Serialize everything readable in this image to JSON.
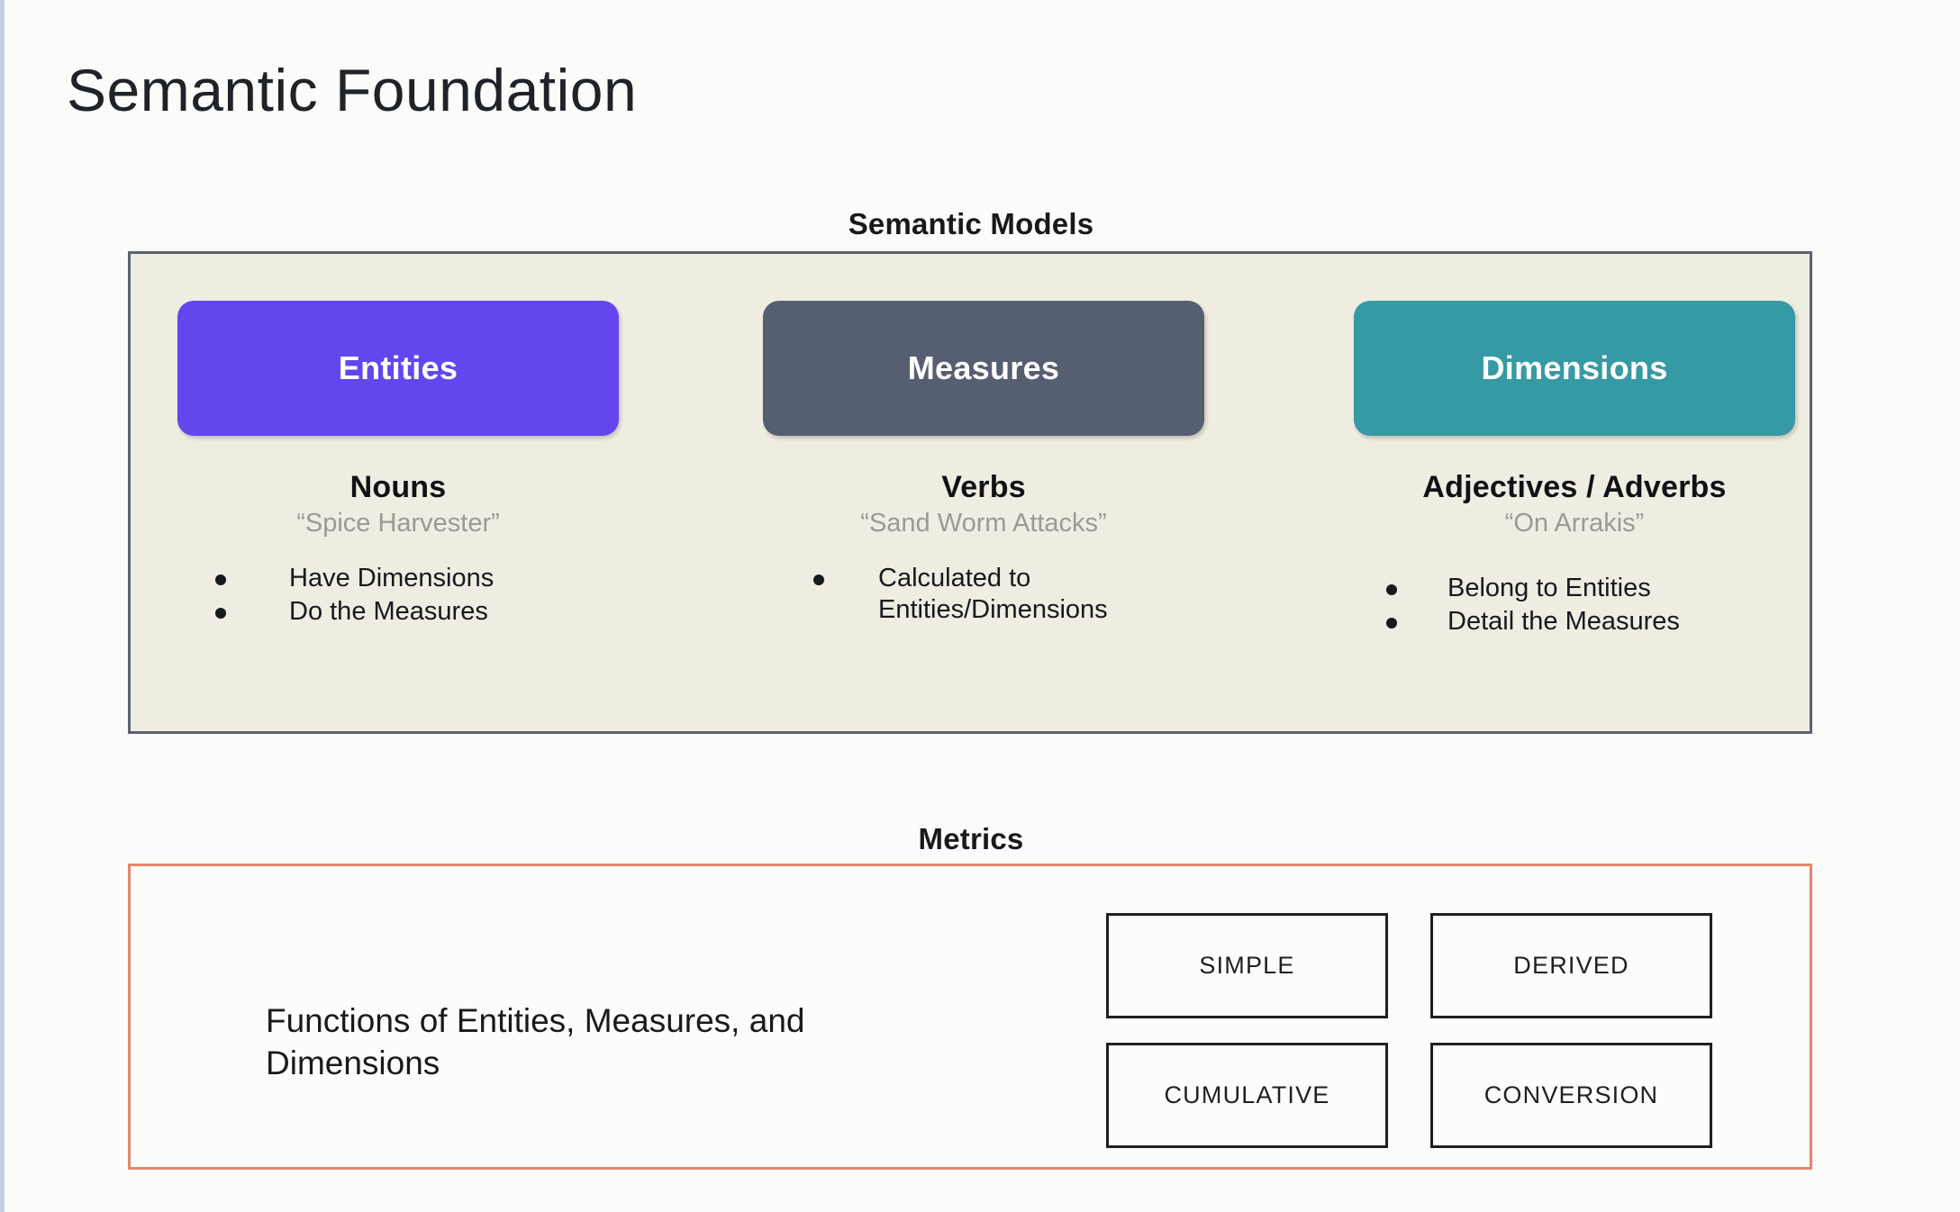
{
  "slide": {
    "title": "Semantic Foundation",
    "background_color": "#fbfcfa"
  },
  "semantic_models": {
    "heading": "Semantic Models",
    "panel_background": "#efece1",
    "panel_border_color": "#5c6270",
    "columns": [
      {
        "card_label": "Entities",
        "card_color": "#6446ee",
        "part_of_speech": "Nouns",
        "example": "“Spice Harvester”",
        "bullets": [
          "Have Dimensions",
          "Do the Measures"
        ]
      },
      {
        "card_label": "Measures",
        "card_color": "#565e71",
        "part_of_speech": "Verbs",
        "example": "“Sand Worm Attacks”",
        "bullets": [
          "Calculated to Entities/Dimensions"
        ]
      },
      {
        "card_label": "Dimensions",
        "card_color": "#369aa4",
        "part_of_speech": "Adjectives / Adverbs",
        "example": "“On Arrakis”",
        "bullets": [
          "Belong to Entities",
          "Detail the Measures"
        ]
      }
    ]
  },
  "metrics": {
    "heading": "Metrics",
    "panel_border_color": "#e2886a",
    "description": "Functions of Entities, Measures, and Dimensions",
    "types": [
      "SIMPLE",
      "DERIVED",
      "CUMULATIVE",
      "CONVERSION"
    ]
  }
}
